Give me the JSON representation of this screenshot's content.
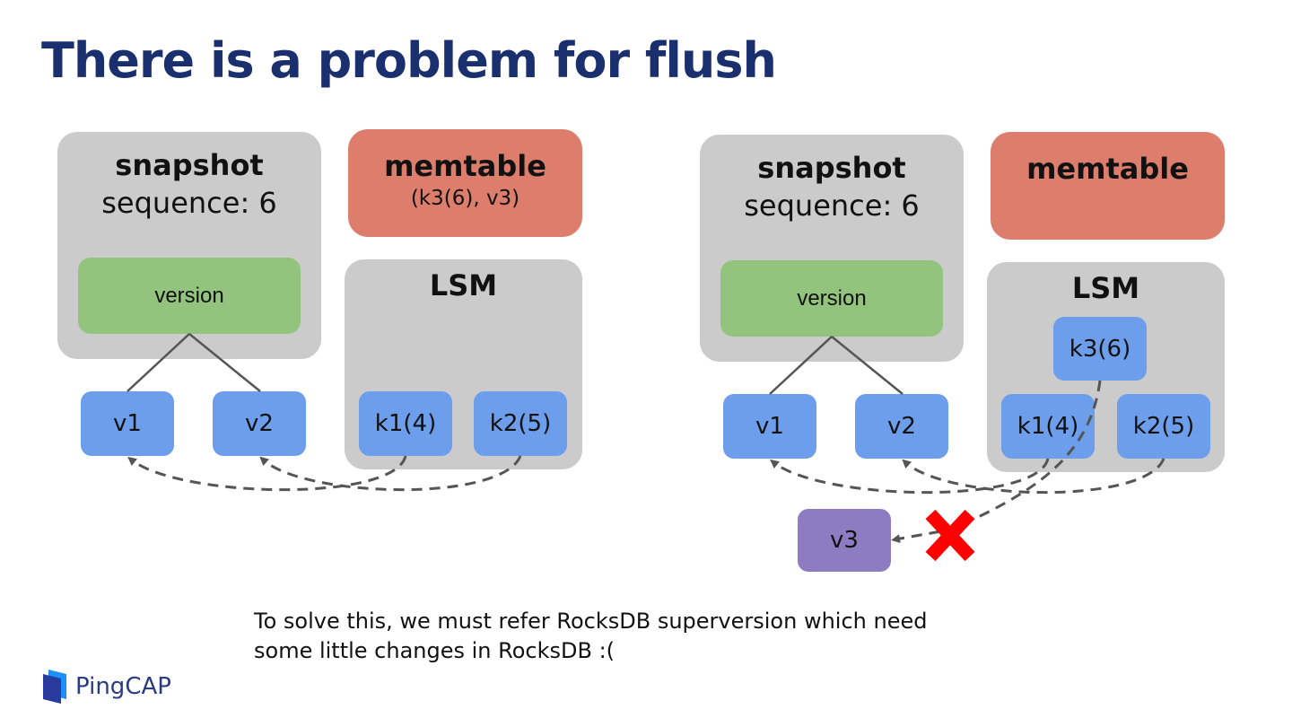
{
  "slide": {
    "title": "There is a problem for flush",
    "note_line1": "To solve this, we must refer RocksDB superversion which need",
    "note_line2": "some little changes in RocksDB :(",
    "brand": "PingCAP"
  },
  "left": {
    "snapshot_label": "snapshot",
    "sequence": "sequence: 6",
    "version": "version",
    "memtable_label": "memtable",
    "memtable_entry": "(k3(6), v3)",
    "lsm_label": "LSM",
    "values": [
      "v1",
      "v2"
    ],
    "keys": [
      "k1(4)",
      "k2(5)"
    ]
  },
  "right": {
    "snapshot_label": "snapshot",
    "sequence": "sequence: 6",
    "version": "version",
    "memtable_label": "memtable",
    "lsm_label": "LSM",
    "values": [
      "v1",
      "v2",
      "v3"
    ],
    "keys": [
      "k1(4)",
      "k2(5)",
      "k3(6)"
    ]
  },
  "colors": {
    "title": "#1a2f6e",
    "container": "#cbcbcb",
    "memtable": "#dd7d6b",
    "version": "#93c47d",
    "node": "#6d9eeb",
    "new_value": "#8e7cc3",
    "cross": "#ff0000",
    "arrow": "#555555"
  }
}
